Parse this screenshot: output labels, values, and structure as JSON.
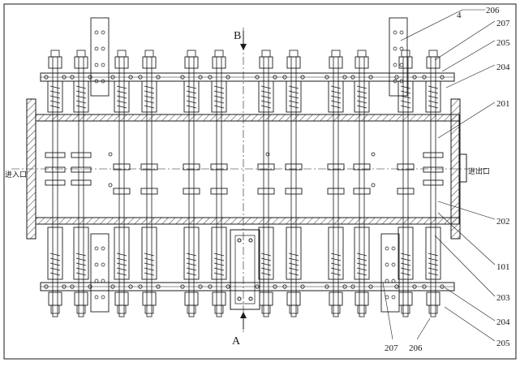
{
  "colors": {
    "ink": "#1a1a1a",
    "hatch": "#555555",
    "paper": "#ffffff"
  },
  "section_labels": {
    "top": "B",
    "bottom": "A"
  },
  "port_labels": {
    "inlet": "进入口",
    "outlet": "进出口"
  },
  "callouts_right": [
    "4",
    "206",
    "207",
    "205",
    "204",
    "201",
    "202",
    "101",
    "203",
    "204",
    "205"
  ],
  "callouts_bottom": [
    "207",
    "206"
  ]
}
